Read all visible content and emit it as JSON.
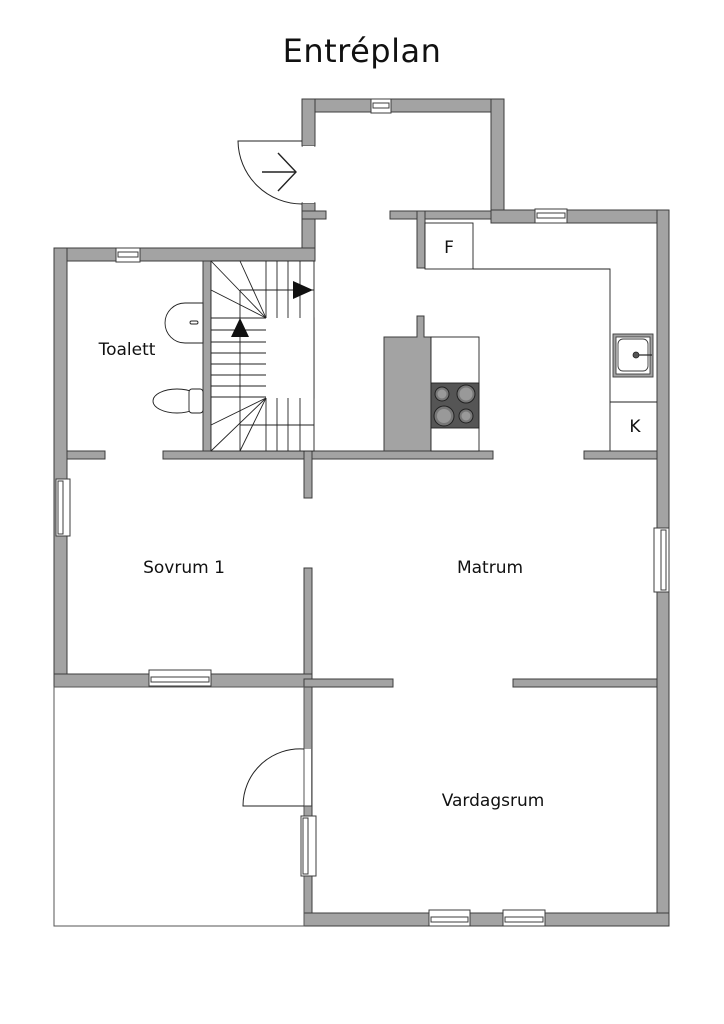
{
  "title": "Entréplan",
  "colors": {
    "wall": "#a3a3a3",
    "wall_outline": "#3c3c3c",
    "background": "#ffffff",
    "stove": "#555555",
    "text": "#111111"
  },
  "rooms": [
    {
      "id": "toalett",
      "label": "Toalett"
    },
    {
      "id": "sovrum1",
      "label": "Sovrum 1"
    },
    {
      "id": "matrum",
      "label": "Matrum"
    },
    {
      "id": "vardagsrum",
      "label": "Vardagsrum"
    }
  ],
  "fixtures": {
    "fridge_label": "F",
    "kitchen_cabinet_label": "K"
  },
  "icons": {
    "entrance": "entrance-arrow-icon",
    "stairs_up": "stairs-up-arrow-icon",
    "stairs_right": "stairs-right-arrow-icon"
  }
}
